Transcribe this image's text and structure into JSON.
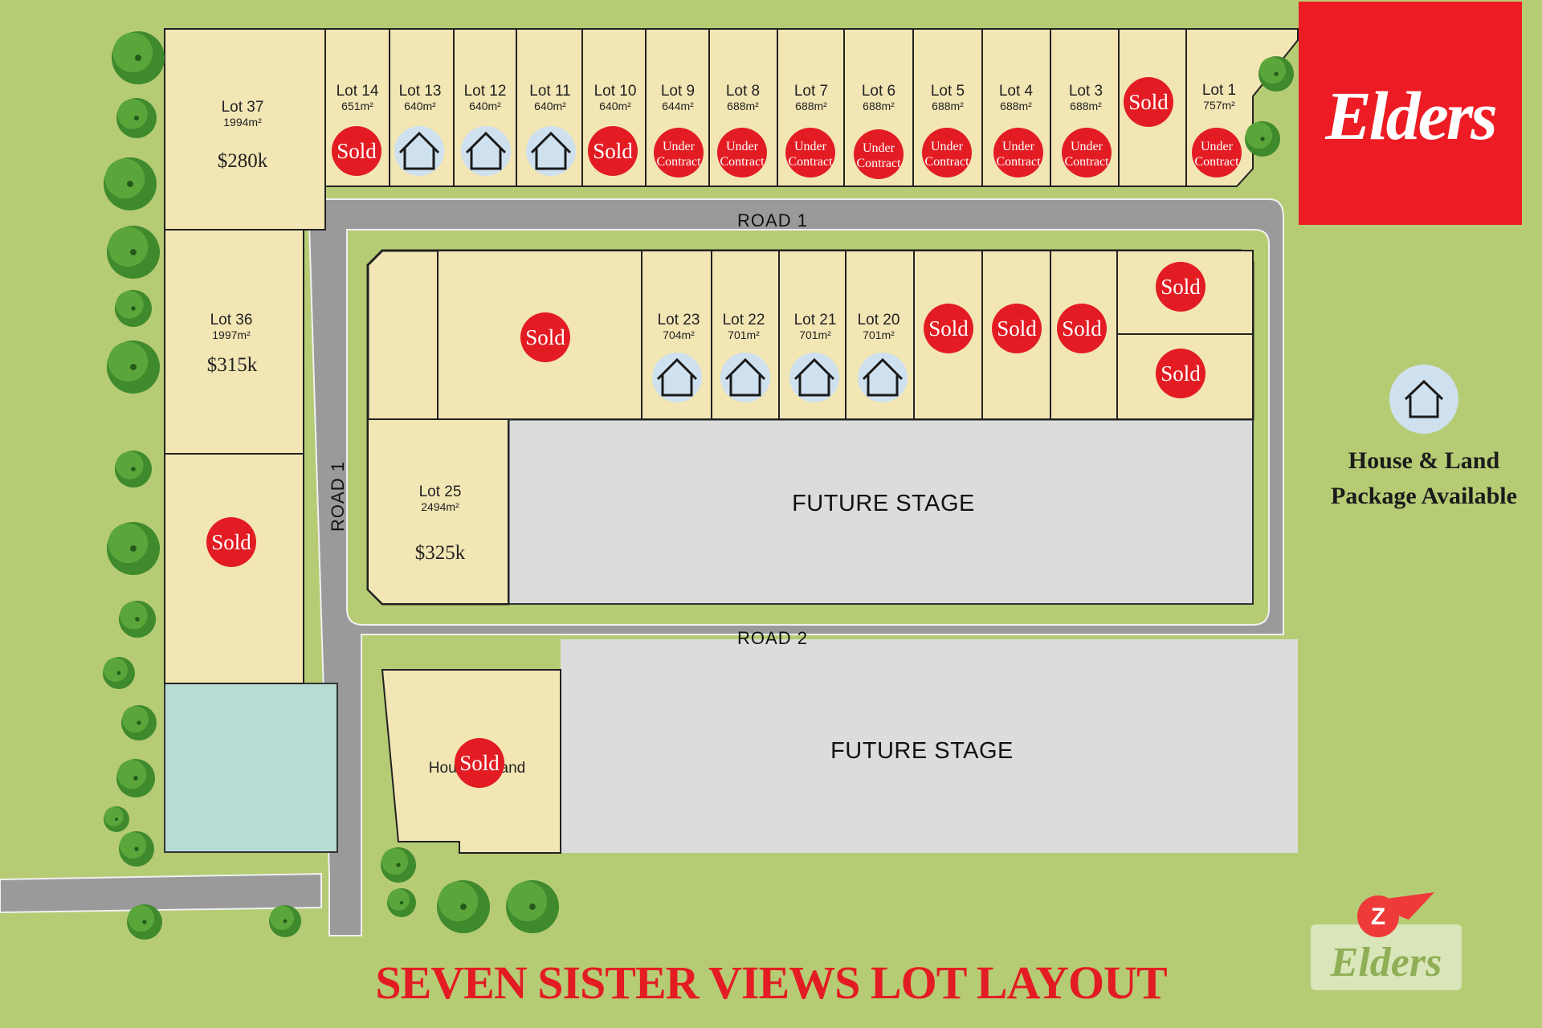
{
  "title": "SEVEN SISTER VIEWS  LOT LAYOUT",
  "brand": {
    "name": "Elders",
    "color": "#ed1c24"
  },
  "roads": {
    "road1": "ROAD 1",
    "road2": "ROAD 2"
  },
  "future_stage": "FUTURE STAGE",
  "legend": {
    "icon": "house-icon",
    "line1": "House & Land",
    "line2": "Package Available"
  },
  "status_labels": {
    "sold": "Sold",
    "under1": "Under",
    "under2": "Contract"
  },
  "colors": {
    "lot": "#f2e6b4",
    "sold": "#e31c23",
    "grass": "#b6cc74",
    "road": "#9a9a9a",
    "future": "#dcdcdc",
    "detention": "#b6dcd4"
  },
  "lots": [
    {
      "id": "lot-37",
      "name": "Lot 37",
      "area": "1994m²",
      "price": "$280k",
      "status": "available"
    },
    {
      "id": "lot-14",
      "name": "Lot 14",
      "area": "651m²",
      "status": "sold"
    },
    {
      "id": "lot-13",
      "name": "Lot 13",
      "area": "640m²",
      "status": "house"
    },
    {
      "id": "lot-12",
      "name": "Lot 12",
      "area": "640m²",
      "status": "house"
    },
    {
      "id": "lot-11",
      "name": "Lot 11",
      "area": "640m²",
      "status": "house"
    },
    {
      "id": "lot-10",
      "name": "Lot 10",
      "area": "640m²",
      "status": "sold"
    },
    {
      "id": "lot-9",
      "name": "Lot 9",
      "area": "644m²",
      "status": "under"
    },
    {
      "id": "lot-8",
      "name": "Lot 8",
      "area": "688m²",
      "status": "under"
    },
    {
      "id": "lot-7",
      "name": "Lot 7",
      "area": "688m²",
      "status": "under"
    },
    {
      "id": "lot-6",
      "name": "Lot 6",
      "area": "688m²",
      "status": "under"
    },
    {
      "id": "lot-5",
      "name": "Lot 5",
      "area": "688m²",
      "status": "under"
    },
    {
      "id": "lot-4",
      "name": "Lot 4",
      "area": "688m²",
      "status": "under"
    },
    {
      "id": "lot-3",
      "name": "Lot 3",
      "area": "688m²",
      "status": "under"
    },
    {
      "id": "lot-2",
      "name": "",
      "area": "",
      "status": "sold"
    },
    {
      "id": "lot-1",
      "name": "Lot 1",
      "area": "757m²",
      "status": "under"
    },
    {
      "id": "lot-36",
      "name": "Lot 36",
      "area": "1997m²",
      "price": "$315k",
      "status": "available"
    },
    {
      "id": "lot-35",
      "name": "",
      "area": "",
      "status": "sold"
    },
    {
      "id": "lot-24",
      "name": "",
      "area": "",
      "status": "sold"
    },
    {
      "id": "lot-23",
      "name": "Lot 23",
      "area": "704m²",
      "status": "house"
    },
    {
      "id": "lot-22",
      "name": "Lot 22",
      "area": "701m²",
      "status": "house"
    },
    {
      "id": "lot-21",
      "name": "Lot 21",
      "area": "701m²",
      "status": "house"
    },
    {
      "id": "lot-20",
      "name": "Lot 20",
      "area": "701m²",
      "status": "house"
    },
    {
      "id": "lot-19",
      "name": "",
      "area": "",
      "status": "sold"
    },
    {
      "id": "lot-18",
      "name": "",
      "area": "",
      "status": "sold"
    },
    {
      "id": "lot-17",
      "name": "",
      "area": "",
      "status": "sold"
    },
    {
      "id": "lot-16",
      "name": "",
      "area": "",
      "status": "sold"
    },
    {
      "id": "lot-15",
      "name": "",
      "area": "",
      "status": "sold"
    },
    {
      "id": "lot-25",
      "name": "Lot 25",
      "area": "2494m²",
      "price": "$325k",
      "status": "available"
    },
    {
      "id": "lot-26",
      "name": "",
      "area": "",
      "note": "House & Land",
      "status": "sold"
    }
  ]
}
